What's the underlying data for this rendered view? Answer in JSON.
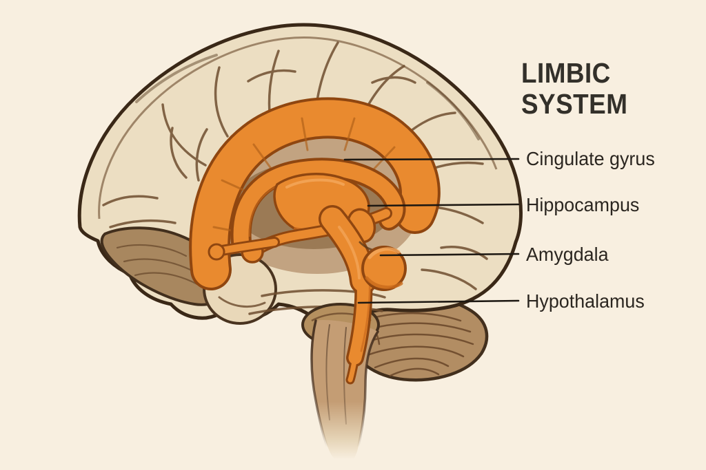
{
  "diagram": {
    "title_line1": "LIMBIC",
    "title_line2": "SYSTEM",
    "labels": [
      {
        "text": "Cingulate gyrus"
      },
      {
        "text": "Hippocampus"
      },
      {
        "text": "Amygdala"
      },
      {
        "text": "Hypothalamus"
      }
    ],
    "colors": {
      "background": "#f8efe0",
      "limbic_orange": "#e98a2f",
      "orange_shade": "#c96a1c",
      "orange_outline": "#8f4610",
      "cortex_cream": "#ecdec2",
      "inner_tan": "#c2a381",
      "deep_brown": "#9b7a55",
      "outline_brown": "#3a2817",
      "leader_line": "#1d1812",
      "title_text": "#33302a",
      "label_text": "#2b2620"
    }
  }
}
